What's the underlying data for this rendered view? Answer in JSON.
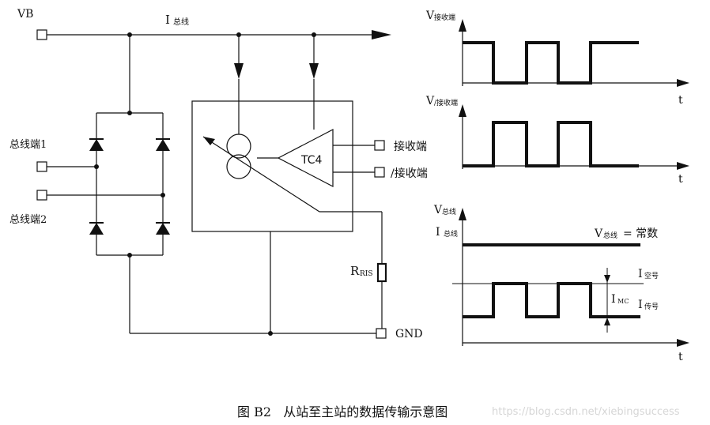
{
  "circuit": {
    "vb_label": "VB",
    "ibus_main": "I",
    "ibus_sub": "总线",
    "bus_end1": "总线端1",
    "bus_end2": "总线端2",
    "tc4_label": "TC4",
    "rx_label": "接收端",
    "nrx_label": "/接收端",
    "r_main": "R",
    "r_sub": "RIS",
    "gnd_label": "GND"
  },
  "waveforms": {
    "rx": {
      "v": "V",
      "sub": "接收端",
      "t": "t"
    },
    "nrx": {
      "v": "V",
      "sub": "/接收端",
      "t": "t"
    },
    "bus": {
      "v": "V",
      "v_sub": "总线",
      "i": "I",
      "i_sub": "总线",
      "const_v": "V",
      "const_sub": "总线",
      "const_eq": "= 常数",
      "i_idle": "I",
      "i_idle_sub": "空号",
      "i_mc": "I",
      "i_mc_sub": "MC",
      "i_mark": "I",
      "i_mark_sub": "传号",
      "t": "t"
    }
  },
  "caption": "图 B2   从站至主站的数据传输示意图",
  "watermark": "https://blog.csdn.net/xiebingsuccess"
}
